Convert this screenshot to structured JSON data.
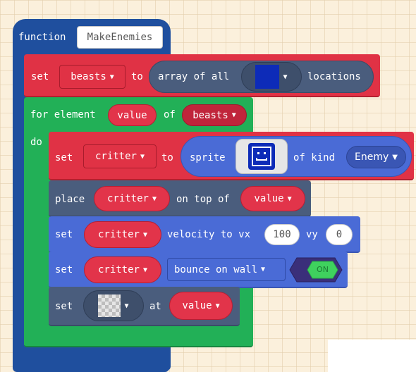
{
  "colors": {
    "functions": "#1f4f9e",
    "loops": "#22b057",
    "arrays": "#e03245",
    "sprites": "#4a6bd6",
    "scene": "#4a5d7d",
    "dark_variable": "#c0253b"
  },
  "function_block": {
    "keyword": "function",
    "name": "MakeEnemies"
  },
  "set_beasts": {
    "set": "set",
    "variable": "beasts",
    "to": "to",
    "array_of_all": "array of all",
    "locations": "locations",
    "tile_color": "#0d2bb8"
  },
  "for_element": {
    "label": "for element",
    "value_var": "value",
    "of": "of",
    "array_var": "beasts",
    "do": "do"
  },
  "set_critter_sprite": {
    "set": "set",
    "variable": "critter",
    "to": "to",
    "sprite": "sprite",
    "of_kind": "of kind",
    "kind": "Enemy",
    "sprite_icon": "smiley-face-icon"
  },
  "place_block": {
    "place": "place",
    "variable": "critter",
    "on_top_of": "on top of",
    "target": "value"
  },
  "velocity_block": {
    "set": "set",
    "variable": "critter",
    "velocity_to_vx": "velocity to vx",
    "vx": "100",
    "vy_label": "vy",
    "vy": "0"
  },
  "bounce_block": {
    "set": "set",
    "variable": "critter",
    "property": "bounce on wall",
    "toggle": "ON"
  },
  "set_tile_block": {
    "set": "set",
    "at": "at",
    "location": "value",
    "tile_icon": "transparent-tile-icon"
  }
}
